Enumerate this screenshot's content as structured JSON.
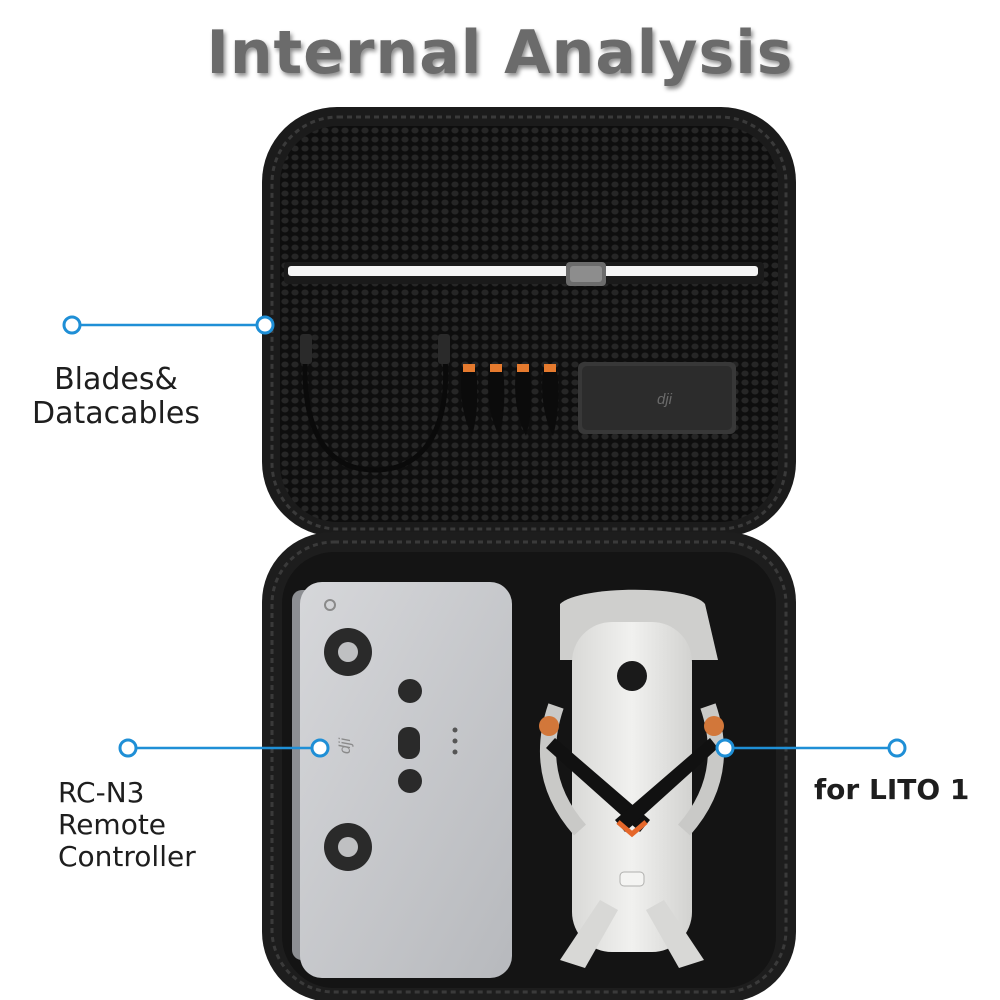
{
  "title": "Internal Analysis",
  "callouts": {
    "top_left": {
      "lines": [
        "Blades&",
        "Datacables"
      ]
    },
    "bottom_left": {
      "lines": [
        "RC-N3",
        "Remote",
        "Controller"
      ]
    },
    "bottom_right": {
      "lines": [
        "for LITO 1"
      ]
    }
  },
  "logos": {
    "brand": "dji"
  },
  "colors": {
    "callout": "#1f8fd6",
    "case": "#1b1b1b",
    "title": "#6b6b6b"
  }
}
